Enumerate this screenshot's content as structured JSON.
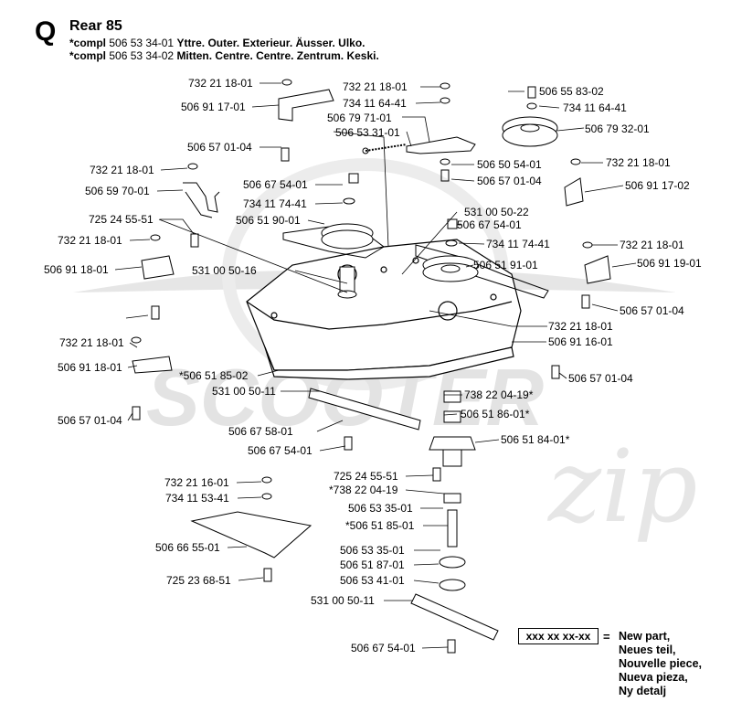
{
  "header": {
    "letter": "Q",
    "title": "Rear 85",
    "lines": [
      {
        "prefix": "*compl",
        "number": "506 53 34-01",
        "desc": "Yttre. Outer. Exterieur. Äusser. Ulko."
      },
      {
        "prefix": "*compl",
        "number": "506 53 34-02",
        "desc": "Mitten. Centre. Centre. Zentrum. Keski."
      }
    ]
  },
  "watermark": {
    "brand": "SCOOTER",
    "script": "zip"
  },
  "labels": [
    "732 21 18-01",
    "506 91 17-01",
    "506 57 01-04",
    "732 21 18-01",
    "734 11 64-41",
    "506 79 71-01",
    "506 53 31-01",
    "506 55 83-02",
    "734 11 64-41",
    "506 79 32-01",
    "506 50 54-01",
    "506 57 01-04",
    "732 21 18-01",
    "506 59 70-01",
    "725 24 55-51",
    "506 67 54-01",
    "734 11 74-41",
    "506 51 90-01",
    "732 21 18-01",
    "506 91 17-02",
    "531 00 50-22",
    "506 67 54-01",
    "734 11 74-41",
    "732 21 18-01",
    "506 91 18-01",
    "531 00 50-16",
    "506 51 91-01",
    "732 21 18-01",
    "506 91 19-01",
    "506 57 01-04",
    "732 21 18-01",
    "506 91 16-01",
    "732 21 18-01",
    "506 91 18-01",
    "*506 51 85-02",
    "506 57 01-04",
    "531 00 50-11",
    "738 22 04-19*",
    "506 57 01-04",
    "506 51 86-01*",
    "506 67 58-01",
    "506 51 84-01*",
    "506 67 54-01",
    "725 24 55-51",
    "*738 22 04-19",
    "732 21 16-01",
    "734 11 53-41",
    "506 53 35-01",
    "*506 51 85-01",
    "506 66 55-01",
    "506 53 35-01",
    "506 51 87-01",
    "725 23 68-51",
    "506 53 41-01",
    "531 00 50-11",
    "506 67 54-01"
  ],
  "legend": {
    "box": "xxx xx xx-xx",
    "equals": "=",
    "items": [
      "New part,",
      "Neues teil,",
      "Nouvelle piece,",
      "Nueva pieza,",
      "Ny detalj"
    ]
  }
}
